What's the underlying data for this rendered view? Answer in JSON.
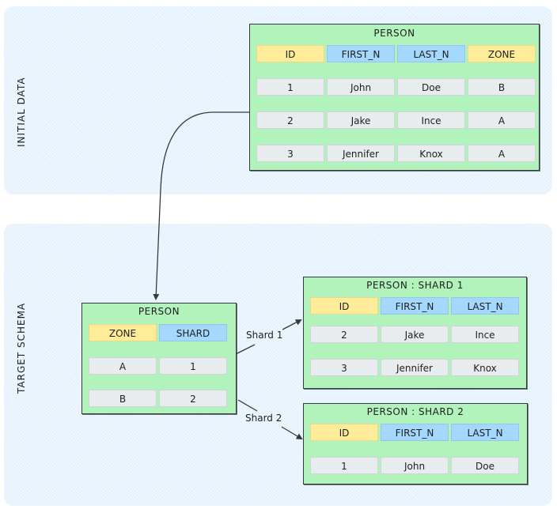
{
  "sections": {
    "initial": {
      "label": "INITIAL DATA"
    },
    "target": {
      "label": "TARGET SCHEMA"
    }
  },
  "colors": {
    "panel_bg": "#e3f1fd",
    "table_bg": "#b2f2bb",
    "key_header": "#ffec99",
    "col_header": "#a5d8ff",
    "value_cell": "#e9ecef",
    "stroke": "#343a40"
  },
  "initial_table": {
    "title": "PERSON",
    "headers": [
      "ID",
      "FIRST_N",
      "LAST_N",
      "ZONE"
    ],
    "header_kinds": [
      "key",
      "col",
      "col",
      "key"
    ],
    "rows": [
      [
        "1",
        "John",
        "Doe",
        "B"
      ],
      [
        "2",
        "Jake",
        "Ince",
        "A"
      ],
      [
        "3",
        "Jennifer",
        "Knox",
        "A"
      ]
    ]
  },
  "mapping_table": {
    "title": "PERSON",
    "headers": [
      "ZONE",
      "SHARD"
    ],
    "header_kinds": [
      "key",
      "col"
    ],
    "rows": [
      [
        "A",
        "1"
      ],
      [
        "B",
        "2"
      ]
    ]
  },
  "shard1_table": {
    "title": "PERSON : SHARD 1",
    "headers": [
      "ID",
      "FIRST_N",
      "LAST_N"
    ],
    "header_kinds": [
      "key",
      "col",
      "col"
    ],
    "rows": [
      [
        "2",
        "Jake",
        "Ince"
      ],
      [
        "3",
        "Jennifer",
        "Knox"
      ]
    ]
  },
  "shard2_table": {
    "title": "PERSON : SHARD 2",
    "headers": [
      "ID",
      "FIRST_N",
      "LAST_N"
    ],
    "header_kinds": [
      "key",
      "col",
      "col"
    ],
    "rows": [
      [
        "1",
        "John",
        "Doe"
      ]
    ]
  },
  "edges": {
    "shard1_label": "Shard 1",
    "shard2_label": "Shard 2"
  }
}
